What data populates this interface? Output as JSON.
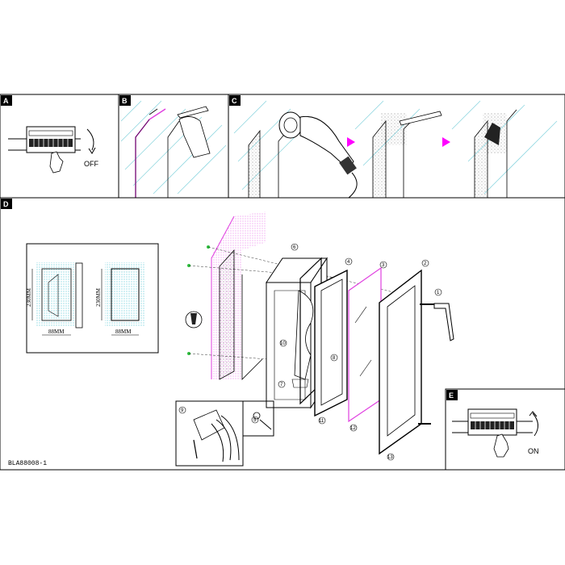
{
  "steps": [
    {
      "letter": "A",
      "action": "OFF"
    },
    {
      "letter": "B"
    },
    {
      "letter": "C"
    },
    {
      "letter": "D"
    },
    {
      "letter": "E",
      "action": "ON"
    }
  ],
  "dimensions": {
    "height_left": "230MM",
    "width_left": "88MM",
    "height_right": "230MM",
    "width_right": "88MM"
  },
  "part_numbers": [
    "1",
    "2",
    "3",
    "4",
    "5",
    "6",
    "7",
    "8",
    "9",
    "10",
    "11",
    "12",
    "13"
  ],
  "model_code": "BLA88008-1",
  "colors": {
    "line": "#000000",
    "plaster": "#5fc9d6",
    "wall_hatch": "#8fd7e0",
    "highlight": "#e040e0",
    "arrow": "#ff00ff",
    "screw_green": "#2fbf3f"
  }
}
